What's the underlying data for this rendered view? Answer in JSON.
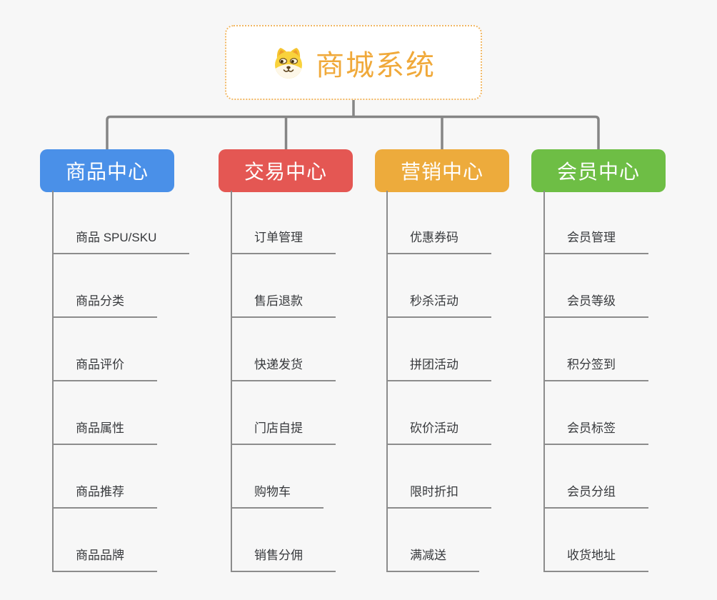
{
  "canvas": {
    "background": "#f7f7f7",
    "connector_color": "#858585",
    "leaf_line_color": "#8c8c8c",
    "leaf_text_color": "#37393c"
  },
  "root": {
    "label": "商城系统",
    "icon": "dog-face-icon",
    "text_color": "#f0a93a",
    "border_color": "#f1b763",
    "background": "#ffffff"
  },
  "branches": [
    {
      "label": "商品中心",
      "color": "#4a90e8",
      "items": [
        "商品 SPU/SKU",
        "商品分类",
        "商品评价",
        "商品属性",
        "商品推荐",
        "商品品牌"
      ]
    },
    {
      "label": "交易中心",
      "color": "#e45753",
      "items": [
        "订单管理",
        "售后退款",
        "快递发货",
        "门店自提",
        "购物车",
        "销售分佣"
      ]
    },
    {
      "label": "营销中心",
      "color": "#edab3c",
      "items": [
        "优惠券码",
        "秒杀活动",
        "拼团活动",
        "砍价活动",
        "限时折扣",
        "满减送"
      ]
    },
    {
      "label": "会员中心",
      "color": "#6ebe45",
      "items": [
        "会员管理",
        "会员等级",
        "积分签到",
        "会员标签",
        "会员分组",
        "收货地址"
      ]
    }
  ]
}
